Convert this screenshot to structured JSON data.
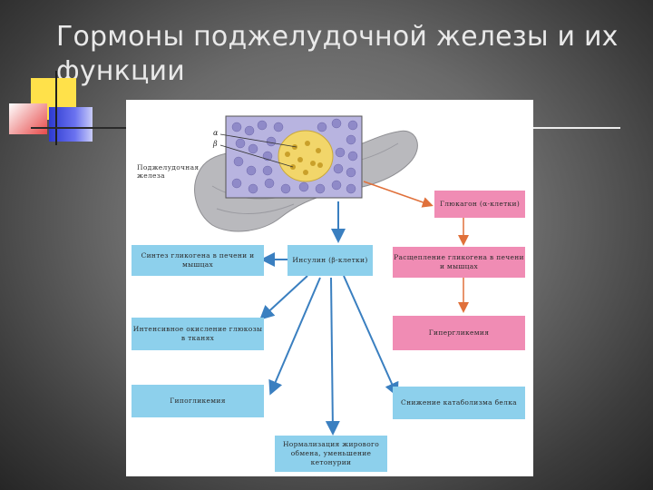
{
  "slide": {
    "title": "Гормоны поджелудочной железы и их функции"
  },
  "diagram": {
    "organ_label": "Поджелудочная железа",
    "alpha": "α",
    "beta": "β",
    "boxes": {
      "glucagon": "Глюкагон (α-клетки)",
      "insulin": "Инсулин (β-клетки)",
      "glycogen_synthesis": "Синтез гликогена в печени и мышцах",
      "glycogen_breakdown": "Расщепление гликогена в печени и мышцах",
      "glucose_oxidation": "Интенсивное окисление глюкозы в тканях",
      "hyperglycemia": "Гипергликемия",
      "hypoglycemia": "Гипогликемия",
      "protein_catabolism": "Снижение катаболизма белка",
      "fat_metabolism": "Нормализация жирового обмена, уменьшение кетонурии"
    },
    "colors": {
      "blue_box": "#8dd0ec",
      "pink_box": "#f08cb4",
      "blue_arrow": "#3a7fc0",
      "orange_arrow": "#e0703a"
    }
  }
}
